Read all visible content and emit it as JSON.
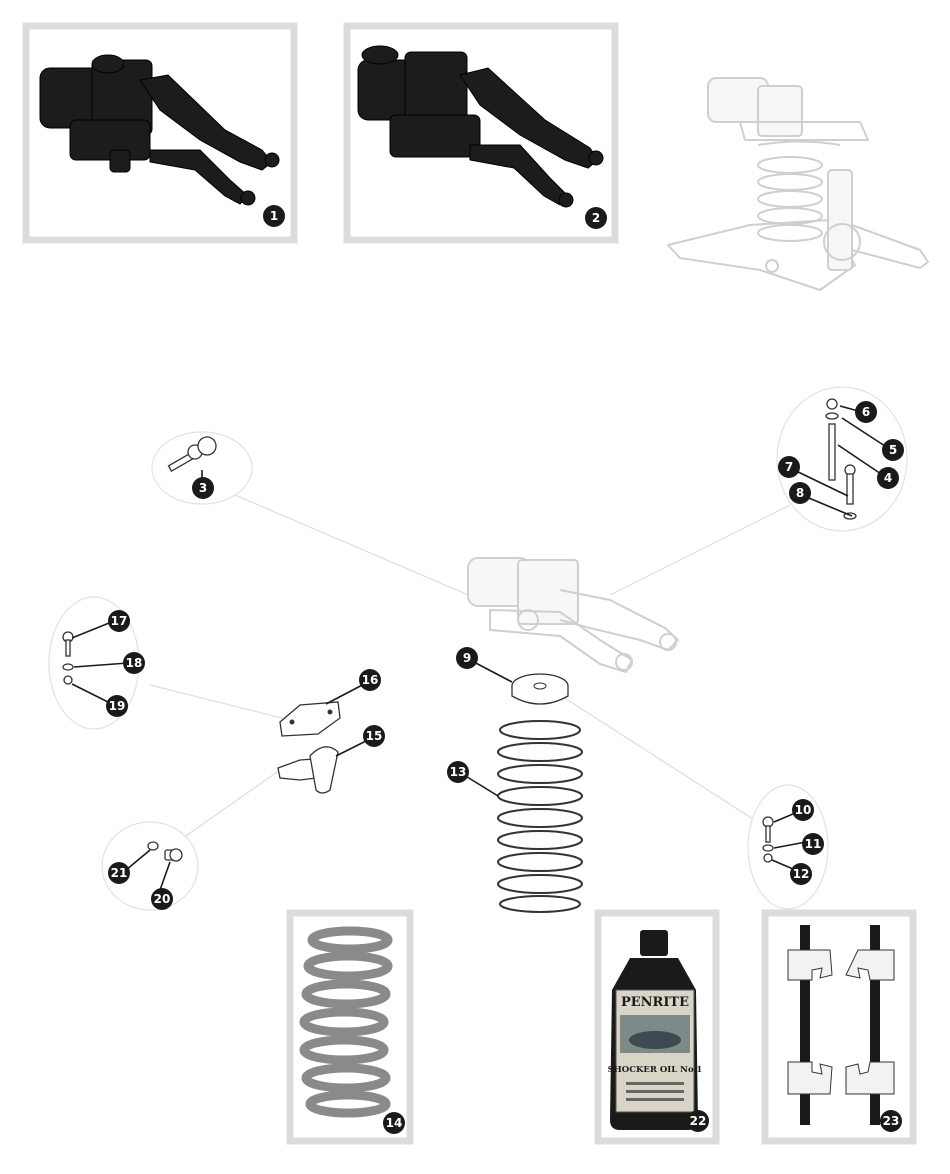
{
  "callouts": [
    {
      "id": "1",
      "label": "1"
    },
    {
      "id": "2",
      "label": "2"
    },
    {
      "id": "3",
      "label": "3"
    },
    {
      "id": "4",
      "label": "4"
    },
    {
      "id": "5",
      "label": "5"
    },
    {
      "id": "6",
      "label": "6"
    },
    {
      "id": "7",
      "label": "7"
    },
    {
      "id": "8",
      "label": "8"
    },
    {
      "id": "9",
      "label": "9"
    },
    {
      "id": "10",
      "label": "10"
    },
    {
      "id": "11",
      "label": "11"
    },
    {
      "id": "12",
      "label": "12"
    },
    {
      "id": "13",
      "label": "13"
    },
    {
      "id": "14",
      "label": "14"
    },
    {
      "id": "15",
      "label": "15"
    },
    {
      "id": "16",
      "label": "16"
    },
    {
      "id": "17",
      "label": "17"
    },
    {
      "id": "18",
      "label": "18"
    },
    {
      "id": "19",
      "label": "19"
    },
    {
      "id": "20",
      "label": "20"
    },
    {
      "id": "21",
      "label": "21"
    },
    {
      "id": "22",
      "label": "22"
    },
    {
      "id": "23",
      "label": "23"
    }
  ],
  "bottle": {
    "brand": "PENRITE",
    "product": "SHOCKER OIL No.1"
  },
  "colors": {
    "callout": "#1a1a1a",
    "frame": "#dcdcdc",
    "ghost_line": "#cfcfcf",
    "spring_grey": "#8a8a8a"
  }
}
